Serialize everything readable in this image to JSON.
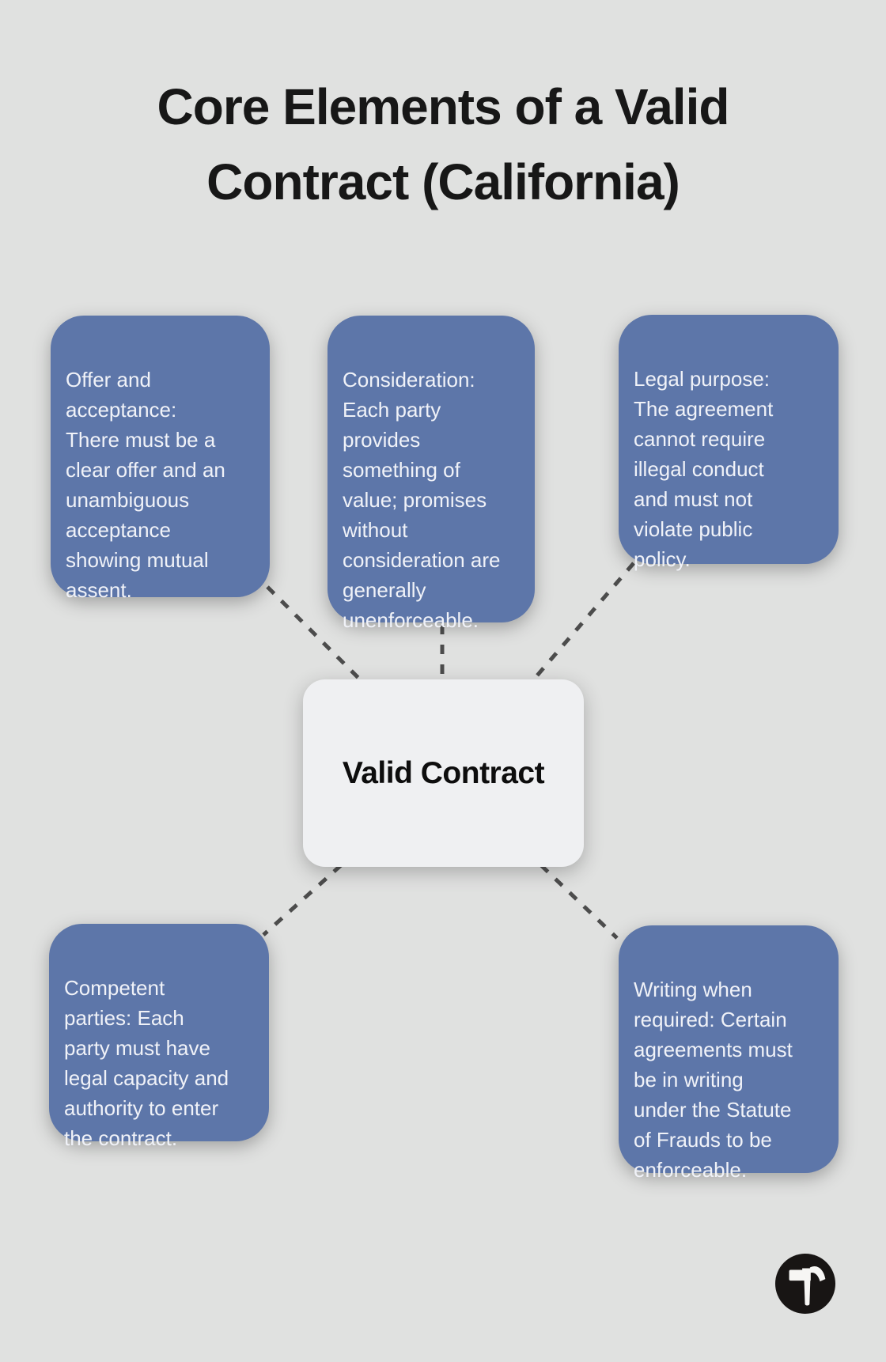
{
  "title": "Core Elements of a Valid\nContract (California)",
  "center": {
    "label": "Valid Contract"
  },
  "nodes": [
    {
      "id": "offer-acceptance",
      "text": "Offer and\nacceptance:\nThere must be a\nclear offer and an\nunambiguous\nacceptance\nshowing mutual\nassent."
    },
    {
      "id": "consideration",
      "text": "Consideration:\nEach party\nprovides\nsomething of\nvalue; promises\nwithout\nconsideration are\ngenerally\nunenforceable."
    },
    {
      "id": "legal-purpose",
      "text": "Legal purpose:\nThe agreement\ncannot require\nillegal conduct\nand must not\nviolate public\npolicy."
    },
    {
      "id": "competent-parties",
      "text": "Competent\nparties: Each\nparty must have\nlegal capacity and\nauthority to enter\nthe contract."
    },
    {
      "id": "writing-required",
      "text": "Writing when\nrequired: Certain\nagreements must\nbe in writing\nunder the Statute\nof Frauds to be\nenforceable."
    }
  ],
  "icons": [
    {
      "name": "hammer-logo-icon",
      "description": "white claw hammer in black circle"
    }
  ],
  "colors": {
    "background": "#e0e1e0",
    "box_blue": "#5d76a9",
    "box_text": "#f0f2f8",
    "center_fill": "#eff0f2",
    "center_text": "#0d0d0d",
    "title_text": "#171717",
    "connector": "#4c4c4c",
    "logo_bg": "#181514",
    "logo_glyph": "#f7f6f4"
  }
}
